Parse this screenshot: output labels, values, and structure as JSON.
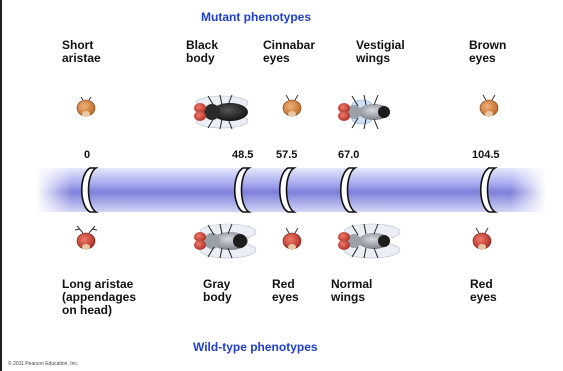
{
  "title_top": "Mutant phenotypes",
  "title_bottom": "Wild-type phenotypes",
  "mutant_labels": [
    "Short\naristae",
    "Black\nbody",
    "Cinnabar\neyes",
    "Vestigial\nwings",
    "Brown\neyes"
  ],
  "map_positions": [
    "0",
    "48.5",
    "57.5",
    "67.0",
    "104.5"
  ],
  "wildtype_labels": [
    "Long aristae\n(appendages\non head)",
    "Gray\nbody",
    "Red\neyes",
    "Normal\nwings",
    "Red\neyes"
  ],
  "copyright": "© 2011 Pearson Education, Inc.",
  "colors": {
    "heading": "#1f3fd1",
    "chromosome": "#8b8fe0",
    "eye_mutant": "#c7772f",
    "eye_red": "#c4332b",
    "body_black": "#1b1b1b",
    "body_gray": "#8a8f96"
  },
  "icons": {
    "mutant": [
      "fly-head-short-aristae-icon",
      "fly-black-body-icon",
      "fly-head-cinnabar-eyes-icon",
      "fly-vestigial-wings-icon",
      "fly-head-brown-eyes-icon"
    ],
    "wildtype": [
      "fly-head-long-aristae-icon",
      "fly-gray-body-icon",
      "fly-head-red-eyes-icon",
      "fly-normal-wings-icon",
      "fly-head-red-eyes-icon"
    ]
  }
}
